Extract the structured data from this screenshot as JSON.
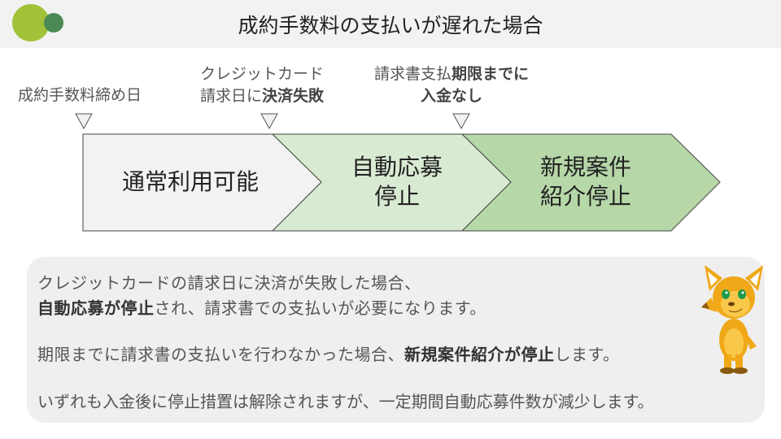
{
  "title": "成約手数料の支払いが遅れた場合",
  "colors": {
    "logo_light": "#a2c23a",
    "logo_dark": "#4a8a55",
    "stage1": "#f2f2f2",
    "stage2": "#d9ead3",
    "stage3": "#b6d7a8"
  },
  "milestones": [
    {
      "line1": "成約手数料締め日",
      "line2_plain": "",
      "line2_bold": ""
    },
    {
      "line1": "クレジットカード",
      "line2_plain": "請求日に",
      "line2_bold": "決済失敗"
    },
    {
      "line1_plain": "請求書支払",
      "line1_bold": "期限までに",
      "line2_bold": "入金なし"
    }
  ],
  "stages": [
    {
      "line1": "通常利用可能"
    },
    {
      "line1": "自動応募",
      "line2": "停止"
    },
    {
      "line1": "新規案件",
      "line2": "紹介停止"
    }
  ],
  "note": {
    "l1": "クレジットカードの請求日に決済が失敗した場合、",
    "l2_bold1": "自動応募",
    "l2_plain1": "が",
    "l2_bold2": "停止",
    "l2_plain2": "され、請求書での支払いが必要になります。",
    "l3_plain1": "期限までに請求書の支払いを行わなかった場合、",
    "l3_bold": "新規案件紹介",
    "l3_plain2": "が",
    "l3_bold2": "停止",
    "l3_plain3": "します。",
    "l4": "いずれも入金後に停止措置は解除されますが、一定期間自動応募件数が減少します。"
  }
}
